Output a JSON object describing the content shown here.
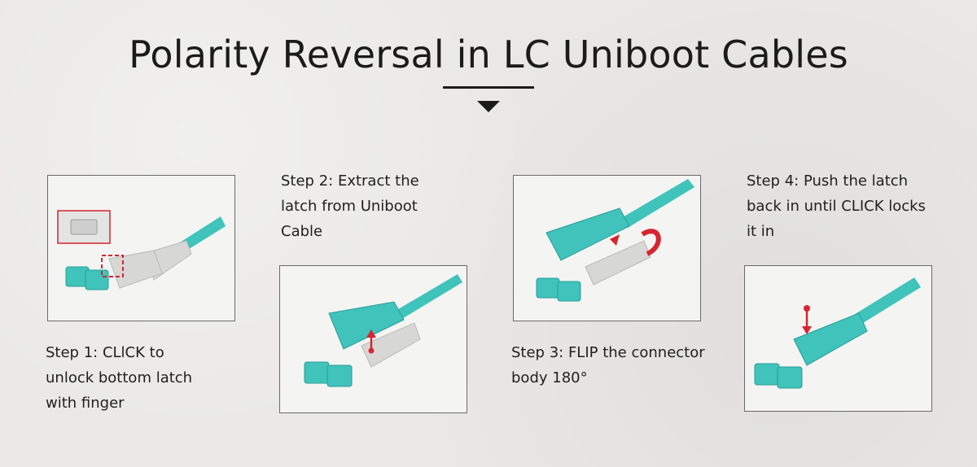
{
  "title": "Polarity Reversal in LC Uniboot Cables",
  "colors": {
    "aqua": "#3fc3bb",
    "aqua_dark": "#2a9e97",
    "boot_gray": "#d7d8d6",
    "marker_red": "#d6252f"
  },
  "steps": [
    {
      "lines": [
        "Step 1: CLlCK to",
        "unlock bottom latch",
        "with finger"
      ]
    },
    {
      "lines": [
        "Step 2: Extract the",
        "latch from Uniboot",
        "Cable"
      ]
    },
    {
      "lines": [
        "Step 3: FLIP the connector",
        "body 180°"
      ]
    },
    {
      "lines": [
        "Step 4: Push the latch",
        "back in until CLICK locks",
        "it in"
      ]
    }
  ]
}
